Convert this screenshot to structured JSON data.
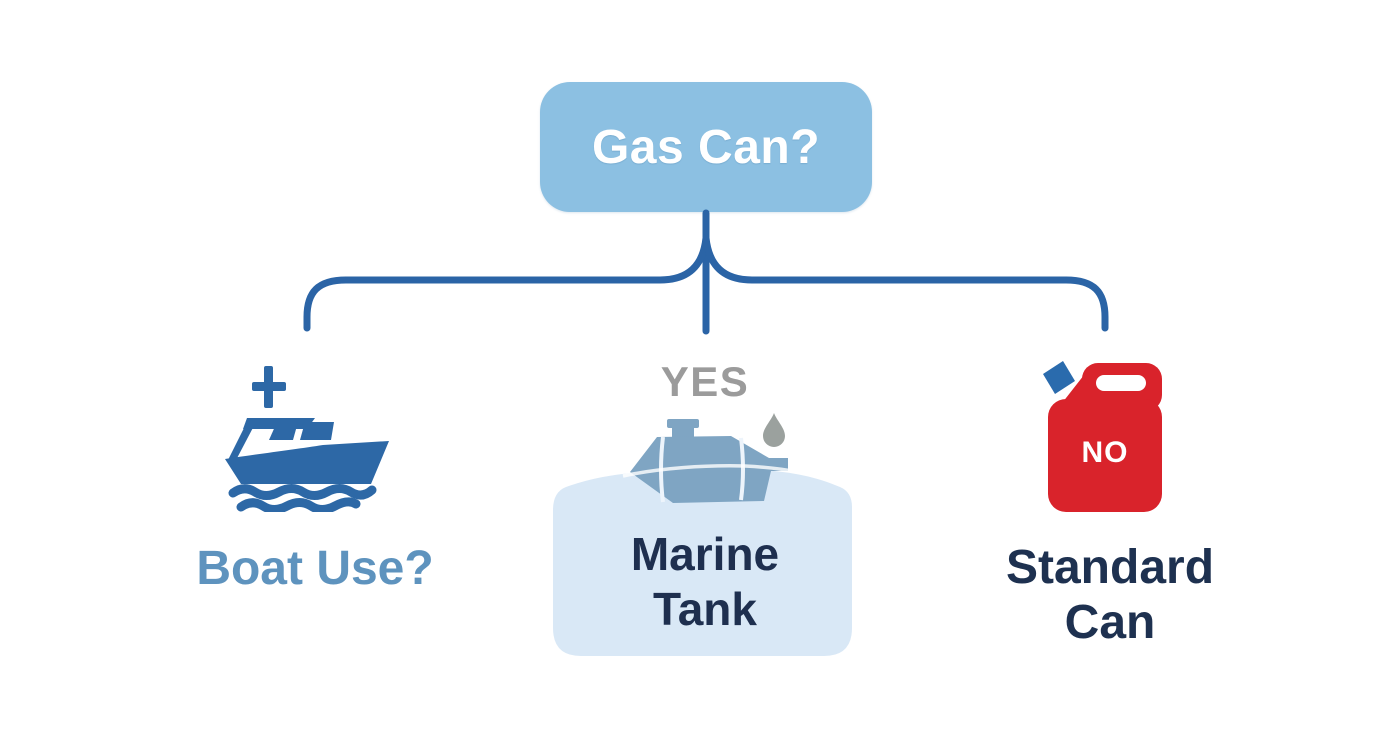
{
  "diagram": {
    "root": {
      "label": "Gas Can?"
    },
    "branch_left": {
      "label": "Boat Use?",
      "icon": "boat-icon"
    },
    "branch_middle": {
      "answer": "YES",
      "label": "Marine Tank",
      "icon": "marine-fuel-tank-icon"
    },
    "branch_right": {
      "answer": "NO",
      "label": "Standard Can",
      "icon": "gas-can-icon"
    },
    "colors": {
      "root_box_fill": "#8CC0E2",
      "root_box_text": "#FFFFFF",
      "connector_line": "#2B64A6",
      "boat_icon_blue": "#2D68A6",
      "boat_label_text": "#5E93BE",
      "yes_text": "#9B9B9B",
      "tank_icon_blue": "#7FA5C3",
      "tank_strap_light": "#EDF4FB",
      "droplet_gray": "#9BA19E",
      "middle_box_fill": "#D9E8F6",
      "dark_label_text": "#1E2F4F",
      "can_red": "#D9232B",
      "can_spout_blue": "#2A6BAD",
      "no_text": "#FFFFFF",
      "background": "#FFFFFF"
    }
  }
}
